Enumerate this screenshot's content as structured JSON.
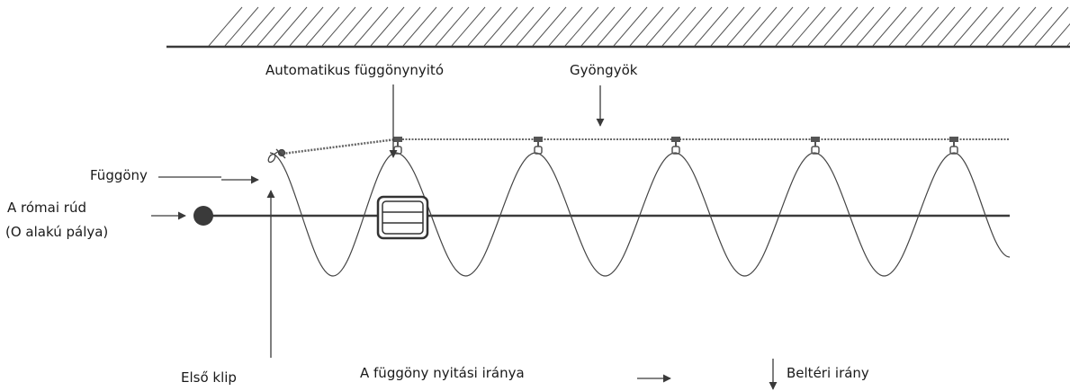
{
  "labels": {
    "automatic_opener": "Automatikus függönynyitó",
    "beads": "Gyöngyök",
    "curtain": "Függöny",
    "roman_rod_line1": "A római rúd",
    "roman_rod_line2": "(O alakú pálya)",
    "first_clip": "Első klip",
    "opening_direction": "A függöny nyitási iránya",
    "indoor_direction": "Beltéri irány"
  },
  "colors": {
    "line": "#3a3a3a",
    "text": "#1a1a1a",
    "bead": "#666666"
  }
}
